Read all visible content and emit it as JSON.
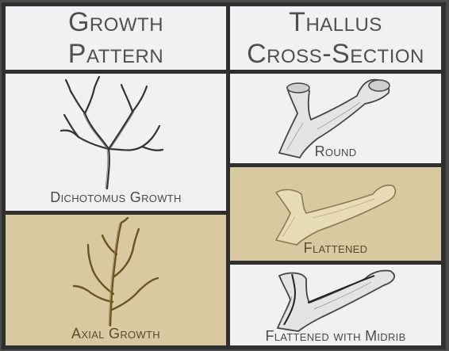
{
  "headers": {
    "growth_pattern": [
      "Growth",
      "Pattern"
    ],
    "thallus_cross_section": [
      "Thallus",
      "Cross-Section"
    ]
  },
  "growth_patterns": [
    {
      "label": "Dichotomus Growth",
      "icon": "dichotomous-seaweed-sketch",
      "highlighted": false
    },
    {
      "label": "Axial Growth",
      "icon": "axial-seaweed-sketch",
      "highlighted": true
    }
  ],
  "cross_sections": [
    {
      "label": "Round",
      "icon": "round-thallus-sketch",
      "highlighted": false
    },
    {
      "label": "Flattened",
      "icon": "flattened-thallus-sketch",
      "highlighted": true
    },
    {
      "label": "Flattened with Midrib",
      "icon": "midrib-thallus-sketch",
      "highlighted": false
    }
  ],
  "colors": {
    "panel": "#f1f1f3",
    "highlight": "#d8c9a0",
    "grid": "#2f2f2f",
    "text": "#505050"
  }
}
